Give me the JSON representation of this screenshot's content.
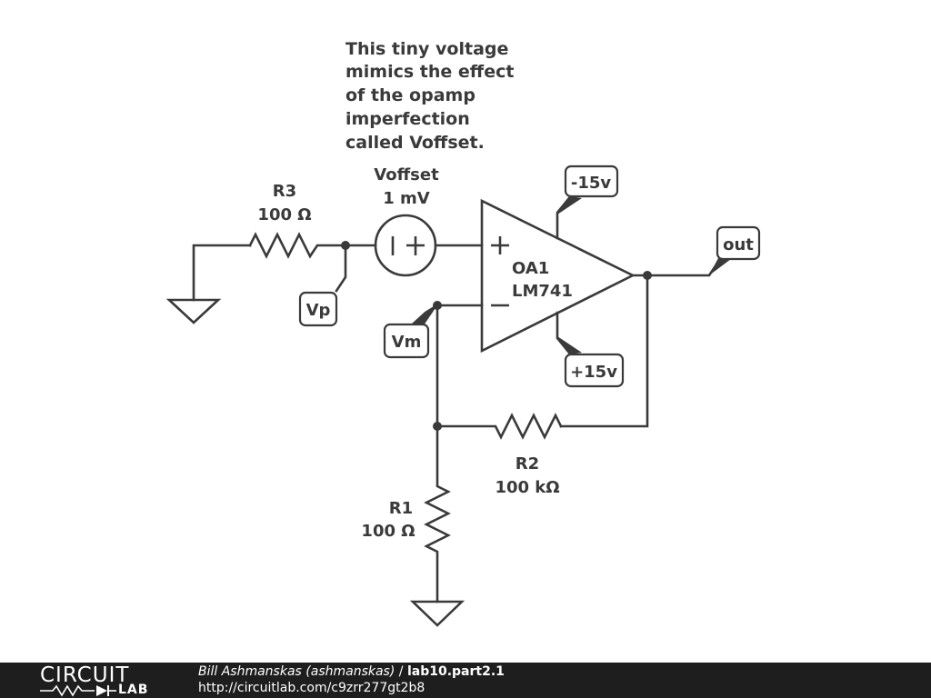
{
  "annotation": {
    "lines": [
      "This tiny voltage",
      "mimics the effect",
      "of the opamp",
      "imperfection",
      "called Voffset."
    ]
  },
  "components": {
    "r3": {
      "name": "R3",
      "value": "100 Ω"
    },
    "voffset": {
      "name": "Voffset",
      "value": "1 mV"
    },
    "opamp": {
      "name": "OA1",
      "model": "LM741"
    },
    "r2": {
      "name": "R2",
      "value": "100 kΩ"
    },
    "r1": {
      "name": "R1",
      "value": "100 Ω"
    }
  },
  "net_labels": {
    "vp": "Vp",
    "vm": "Vm",
    "neg_supply": "-15v",
    "pos_supply": "+15v",
    "out": "out"
  },
  "footer": {
    "logo_top": "CIRCUIT",
    "logo_bottom": "LAB",
    "author": "Bill Ashmanskas (ashmanskas)",
    "separator": "/",
    "project": "lab10.part2.1",
    "url": "http://circuitlab.com/c9zrr277gt2b8"
  }
}
